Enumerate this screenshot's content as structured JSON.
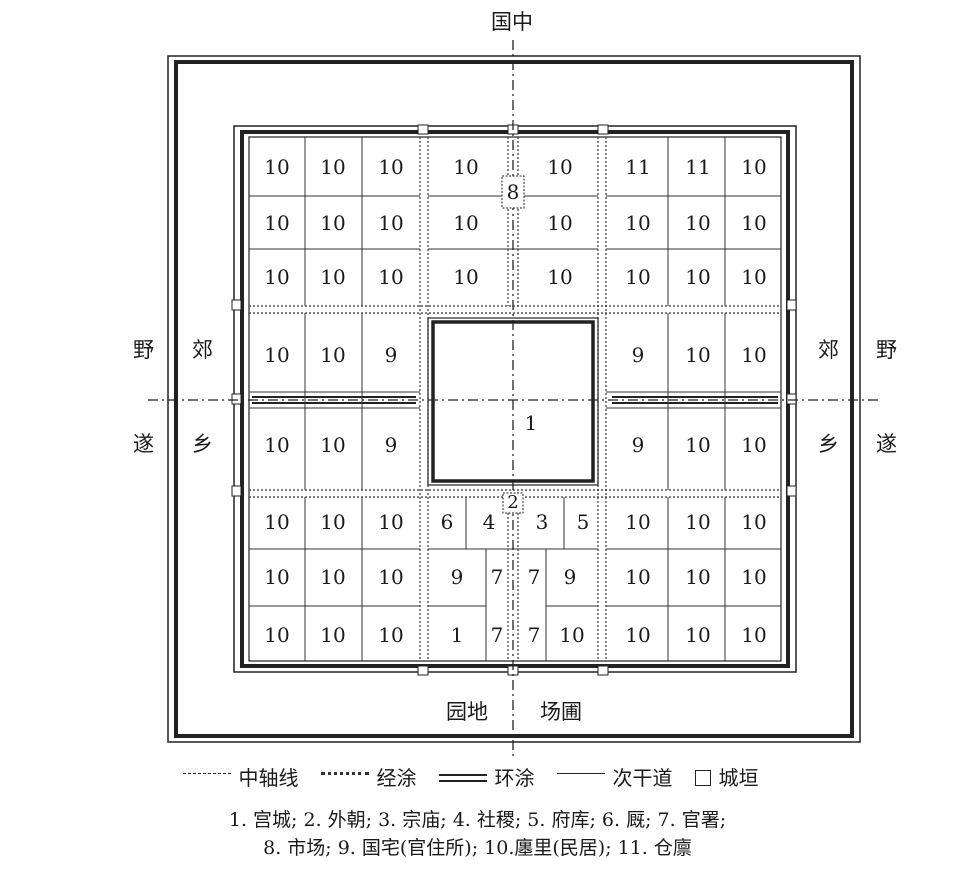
{
  "labels": {
    "top": "国中",
    "left_outer_top": "野",
    "left_inner_top": "郊",
    "left_outer_bottom": "遂",
    "left_inner_bottom": "乡",
    "right_inner_top": "郊",
    "right_outer_top": "野",
    "right_inner_bottom": "乡",
    "right_outer_bottom": "遂",
    "bottom_left": "园地",
    "bottom_right": "场圃"
  },
  "center_label": "1",
  "marker_north": "8",
  "marker_south": "2",
  "cells": {
    "r1": [
      "10",
      "10",
      "10",
      "10",
      "10",
      "11",
      "11",
      "10"
    ],
    "r2": [
      "10",
      "10",
      "10",
      "10",
      "10",
      "10",
      "10",
      "10"
    ],
    "r3": [
      "10",
      "10",
      "10",
      "10",
      "10",
      "10",
      "10",
      "10"
    ],
    "r4": [
      "10",
      "10",
      "9",
      "9",
      "10",
      "10"
    ],
    "r5": [
      "10",
      "10",
      "9",
      "9",
      "10",
      "10"
    ],
    "r6": [
      "10",
      "10",
      "10",
      "6",
      "4",
      "3",
      "5",
      "10",
      "10",
      "10"
    ],
    "r7": [
      "10",
      "10",
      "10",
      "9",
      "7",
      "7",
      "9",
      "10",
      "10",
      "10"
    ],
    "r8": [
      "10",
      "10",
      "10",
      "1",
      "7",
      "7",
      "10",
      "10",
      "10",
      "10"
    ]
  },
  "legend": {
    "axis": "中轴线",
    "jingtu": "经涂",
    "huantu": "环涂",
    "ciganda": "次干道",
    "chengyuan": "城垣"
  },
  "notes": {
    "line1": "1. 宫城; 2. 外朝; 3. 宗庙; 4. 社稷; 5. 府库; 6. 厩; 7. 官署;",
    "line2": "8. 市场; 9. 国宅(官住所); 10.廛里(民居); 11. 仓廪"
  }
}
